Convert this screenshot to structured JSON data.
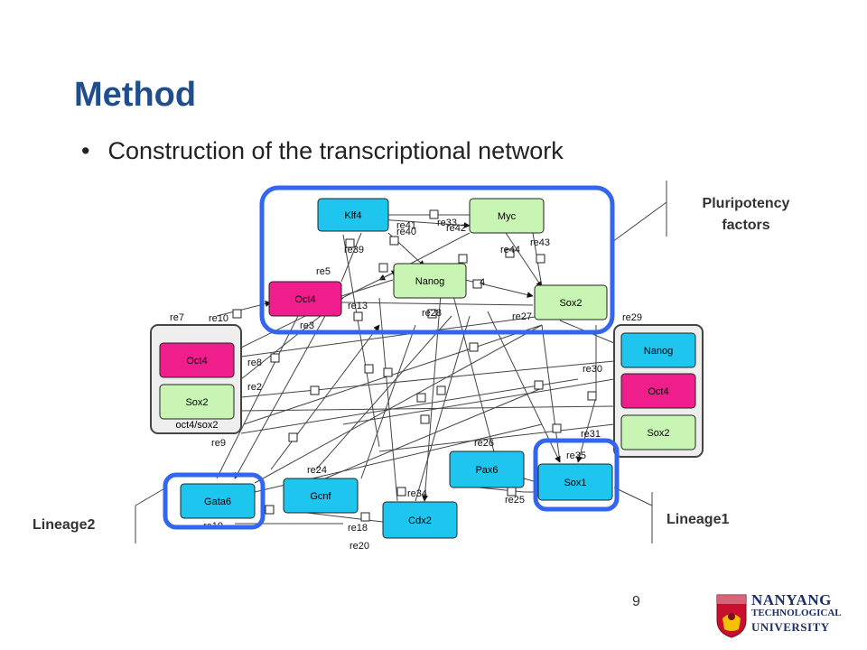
{
  "slide": {
    "title": "Method",
    "bullet_symbol": "•",
    "bullet_text": "Construction of the transcriptional network",
    "page_number": "9"
  },
  "callouts": {
    "pluripotency_line1": "Pluripotency",
    "pluripotency_line2": "factors",
    "lineage1": "Lineage1",
    "lineage2": "Lineage2"
  },
  "logo": {
    "line1": "NANYANG",
    "line2": "TECHNOLOGICAL",
    "line3": "UNIVERSITY"
  },
  "network": {
    "nodes": {
      "klf4": "Klf4",
      "myc": "Myc",
      "nanog_top": "Nanog",
      "oct4_top": "Oct4",
      "sox2_top": "Sox2",
      "oct4_left": "Oct4",
      "sox2_left": "Sox2",
      "complex_label": "oct4/sox2",
      "nanog_right": "Nanog",
      "oct4_right": "Oct4",
      "sox2_right": "Sox2",
      "gata6": "Gata6",
      "gcnf": "Gcnf",
      "cdx2": "Cdx2",
      "pax6": "Pax6",
      "sox1": "Sox1"
    },
    "reaction_labels": [
      "re41",
      "re40",
      "re33",
      "re42",
      "re39",
      "re44",
      "re43",
      "re5",
      "re13",
      "re28",
      "re27",
      "4",
      "re7",
      "re10",
      "re29",
      "re8",
      "re30",
      "re2",
      "re9",
      "re31",
      "re26",
      "re35",
      "re24",
      "re25",
      "re34",
      "re19",
      "re18",
      "re20",
      "re3"
    ],
    "colors": {
      "cyan": "#1ec6ef",
      "green": "#c8f5b4",
      "magenta": "#f01e8c",
      "highlight": "#3366ee",
      "title": "#1f4e8c"
    }
  }
}
